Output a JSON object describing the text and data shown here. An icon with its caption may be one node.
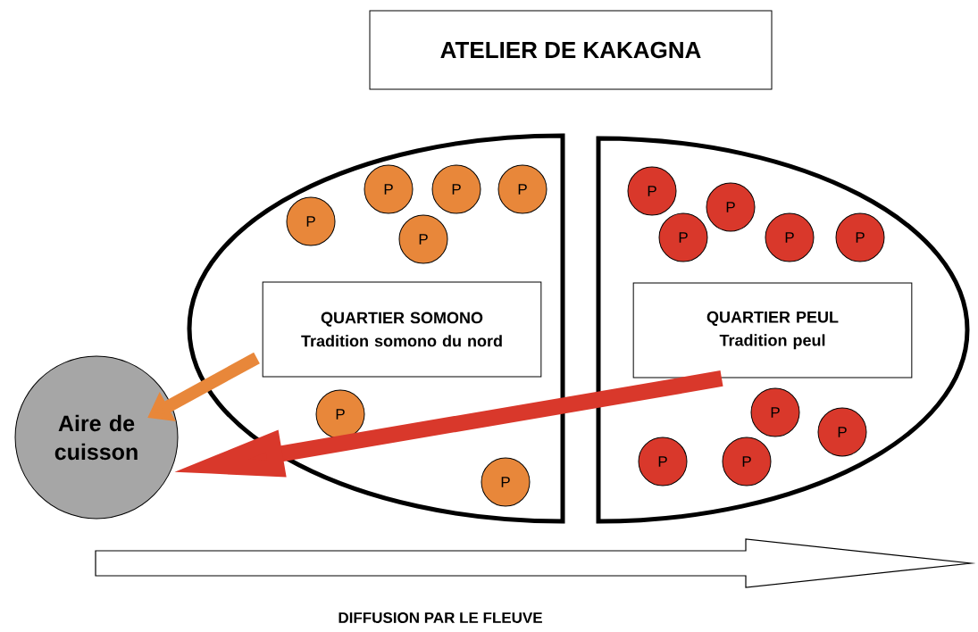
{
  "diagram": {
    "title": "ATELIER DE KAKAGNA",
    "nodes": [
      {
        "text": [],
        "shape": "ellipse"
      },
      {
        "text": [
          "QUARTIER SOMONO",
          "Tradition somono du nord"
        ],
        "in": 0
      },
      {
        "text": [
          "P"
        ],
        "in": 0
      },
      {
        "text": [
          "P"
        ],
        "in": 0
      },
      {
        "text": [
          "P"
        ],
        "in": 0
      },
      {
        "text": [
          "P"
        ],
        "in": 0
      },
      {
        "text": [
          "P"
        ],
        "in": 0
      },
      {
        "text": [
          "P"
        ],
        "in": 0
      },
      {
        "text": [
          "P"
        ],
        "in": 0
      },
      {
        "text": [],
        "shape": "ellipse"
      },
      {
        "text": [
          "P"
        ],
        "in": 9
      },
      {
        "text": [
          "P"
        ],
        "in": 9
      },
      {
        "text": [
          "P"
        ],
        "in": 9
      },
      {
        "text": [
          "P"
        ],
        "in": 9
      },
      {
        "text": [
          "P"
        ],
        "in": 9
      },
      {
        "text": [
          "QUARTIER PEUL",
          "Tradition peul"
        ],
        "in": 9
      },
      {
        "text": [
          "P"
        ],
        "in": 9
      },
      {
        "text": [
          "P"
        ],
        "in": 9
      },
      {
        "text": [
          "P"
        ],
        "in": 9
      },
      {
        "text": [
          "P"
        ],
        "in": 9
      },
      {
        "text": [
          "Aire de cuisson"
        ]
      }
    ],
    "edges": [
      {
        "from": 1,
        "to": 20,
        "arrow": "to",
        "color": "#e8873a"
      },
      {
        "from": 15,
        "to": 20,
        "arrow": "to",
        "color": "#d9382b"
      }
    ],
    "labels": [
      "DIFFUSION PAR LE FLEUVE"
    ]
  }
}
